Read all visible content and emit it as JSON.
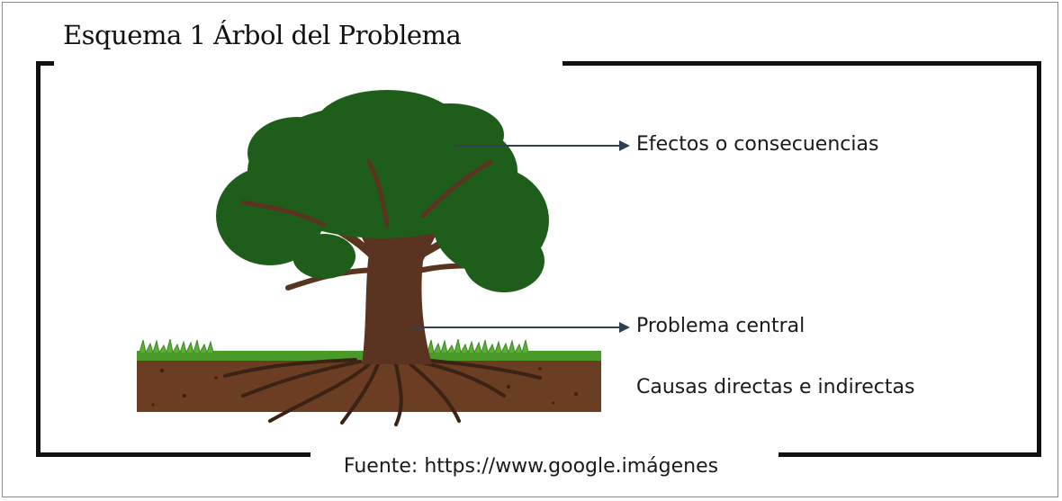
{
  "title": "Esquema 1 Árbol del Problema",
  "labels": {
    "effects": "Efectos o consecuencias",
    "central": "Problema central",
    "causes": "Causas directas e indirectas"
  },
  "source": "Fuente: https://www.google.imágenes",
  "colors": {
    "foliage": "#1e5e1a",
    "trunk": "#5a3420",
    "soil": "#6b3d22",
    "grass": "#4a9a2a",
    "arrow": "#2e3f52",
    "frame": "#111111"
  },
  "icons": [
    "tree-illustration",
    "arrow-right-icon"
  ]
}
